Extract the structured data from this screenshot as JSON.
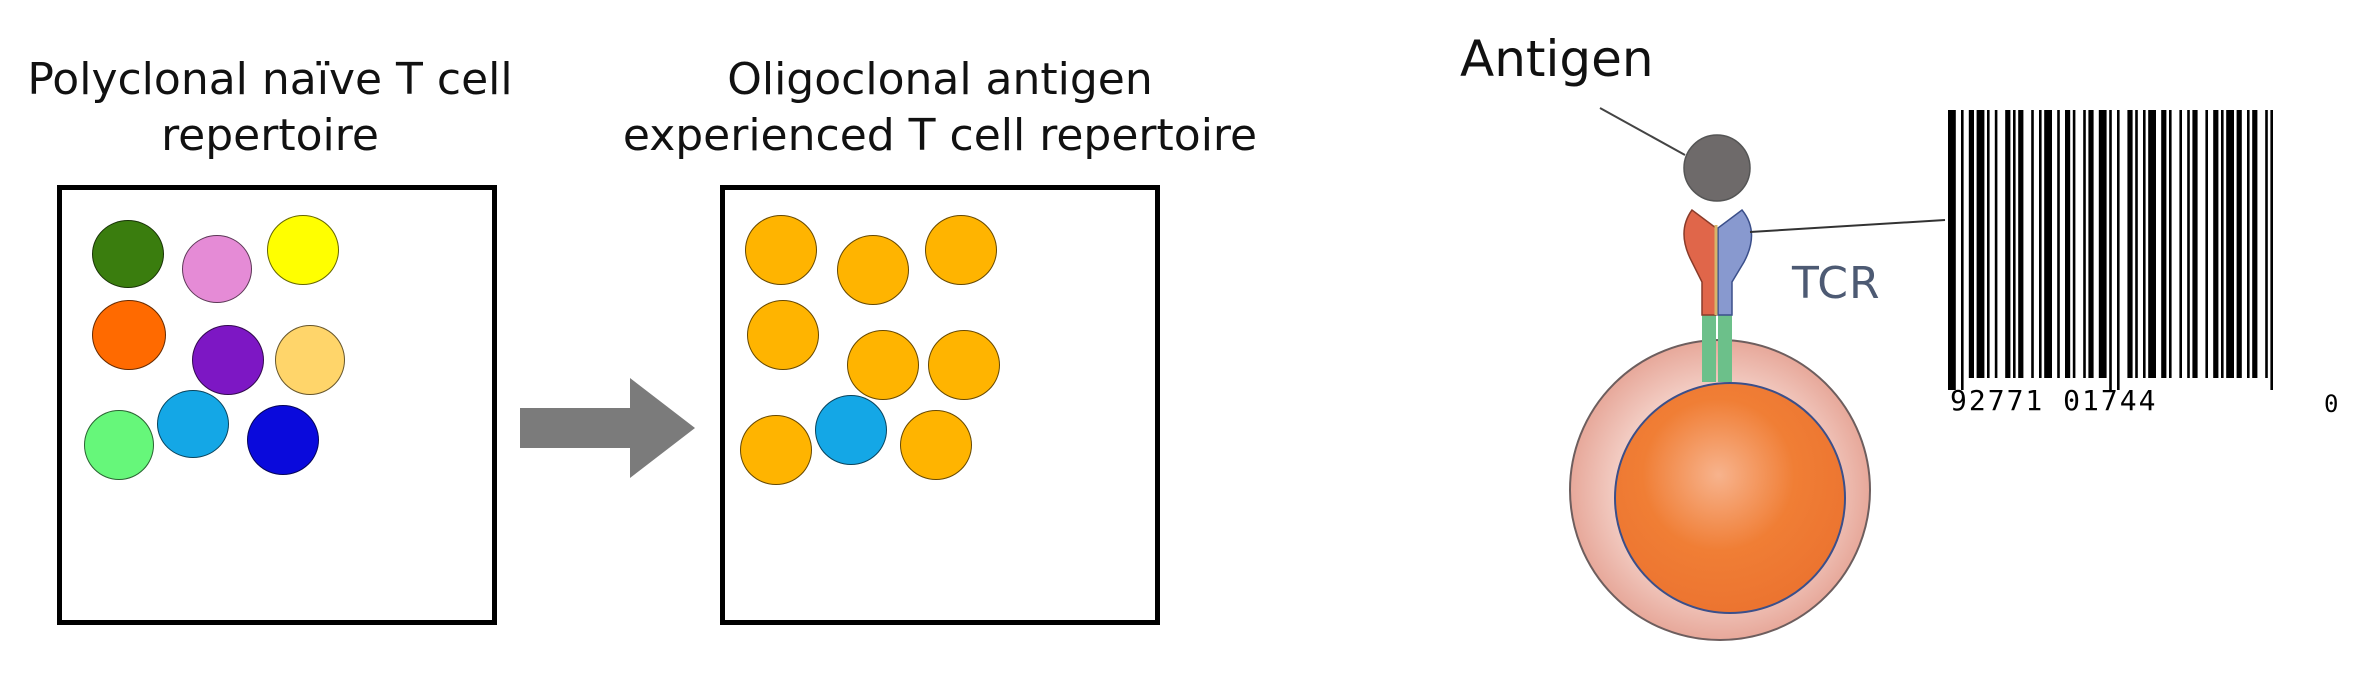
{
  "left_panel": {
    "title_line1": "Polyclonal naïve T cell",
    "title_line2": "repertoire",
    "cells": [
      {
        "color": "#3a7d0e"
      },
      {
        "color": "#e58bd6"
      },
      {
        "color": "#ffff00"
      },
      {
        "color": "#ff6a00"
      },
      {
        "color": "#7d17c4"
      },
      {
        "color": "#ffd56a"
      },
      {
        "color": "#66f77a"
      },
      {
        "color": "#14a7e6"
      },
      {
        "color": "#0a0adc"
      }
    ]
  },
  "right_panel": {
    "title_line1": "Oligoclonal antigen",
    "title_line2": "experienced T cell repertoire",
    "cells": [
      {
        "color": "#ffb400"
      },
      {
        "color": "#ffb400"
      },
      {
        "color": "#ffb400"
      },
      {
        "color": "#ffb400"
      },
      {
        "color": "#ffb400"
      },
      {
        "color": "#ffb400"
      },
      {
        "color": "#ffb400"
      },
      {
        "color": "#14a7e6"
      },
      {
        "color": "#ffb400"
      }
    ]
  },
  "arrow": {
    "color": "#7b7b7b",
    "icon": "right-arrow-icon"
  },
  "tcell": {
    "antigen_label": "Antigen",
    "tcr_label": "TCR",
    "antigen_color": "#6e6a6a",
    "outer_cell_color": "#e7a89a",
    "nucleus_color": "#f07e35"
  },
  "barcode": {
    "digits": "92771 01744",
    "check_digit": "0"
  }
}
